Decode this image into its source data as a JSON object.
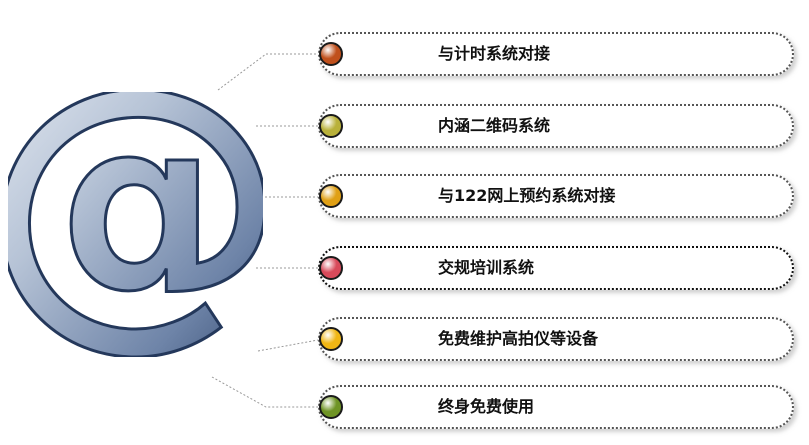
{
  "items": [
    {
      "label": "与计时系统对接",
      "dot_color": "#c0501c"
    },
    {
      "label": "内涵二维码系统",
      "dot_color": "#b9b13a"
    },
    {
      "label": "与122网上预约系统对接",
      "dot_color": "#e0a015"
    },
    {
      "label": "交规培训系统",
      "dot_color": "#d84a5a"
    },
    {
      "label": "免费维护高拍仪等设备",
      "dot_color": "#f0b615"
    },
    {
      "label": "终身免费使用",
      "dot_color": "#6f9425"
    }
  ],
  "colors": {
    "connector": "#999999",
    "border": "#555555",
    "at_light": "#e4eaf3",
    "at_mid": "#7e93b4",
    "at_dark": "#2d4369"
  },
  "icons": {
    "central": "at-sign-icon"
  }
}
